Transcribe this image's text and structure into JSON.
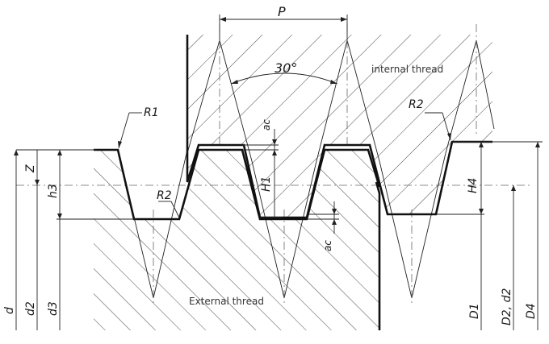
{
  "labels": {
    "pitch": "P",
    "angle": "30°",
    "internal_thread": "internal thread",
    "external_thread": "External thread",
    "r1": "R1",
    "r2_left": "R2",
    "r2_right": "R2",
    "ac_top": "ac",
    "ac_bottom": "ac",
    "h1": "H1",
    "h4": "H4",
    "z": "Z",
    "h3": "h3",
    "d": "d",
    "d2": "d2",
    "d3": "d3",
    "D1": "D1",
    "D2_d2": "D2, d2",
    "D4": "D4"
  }
}
